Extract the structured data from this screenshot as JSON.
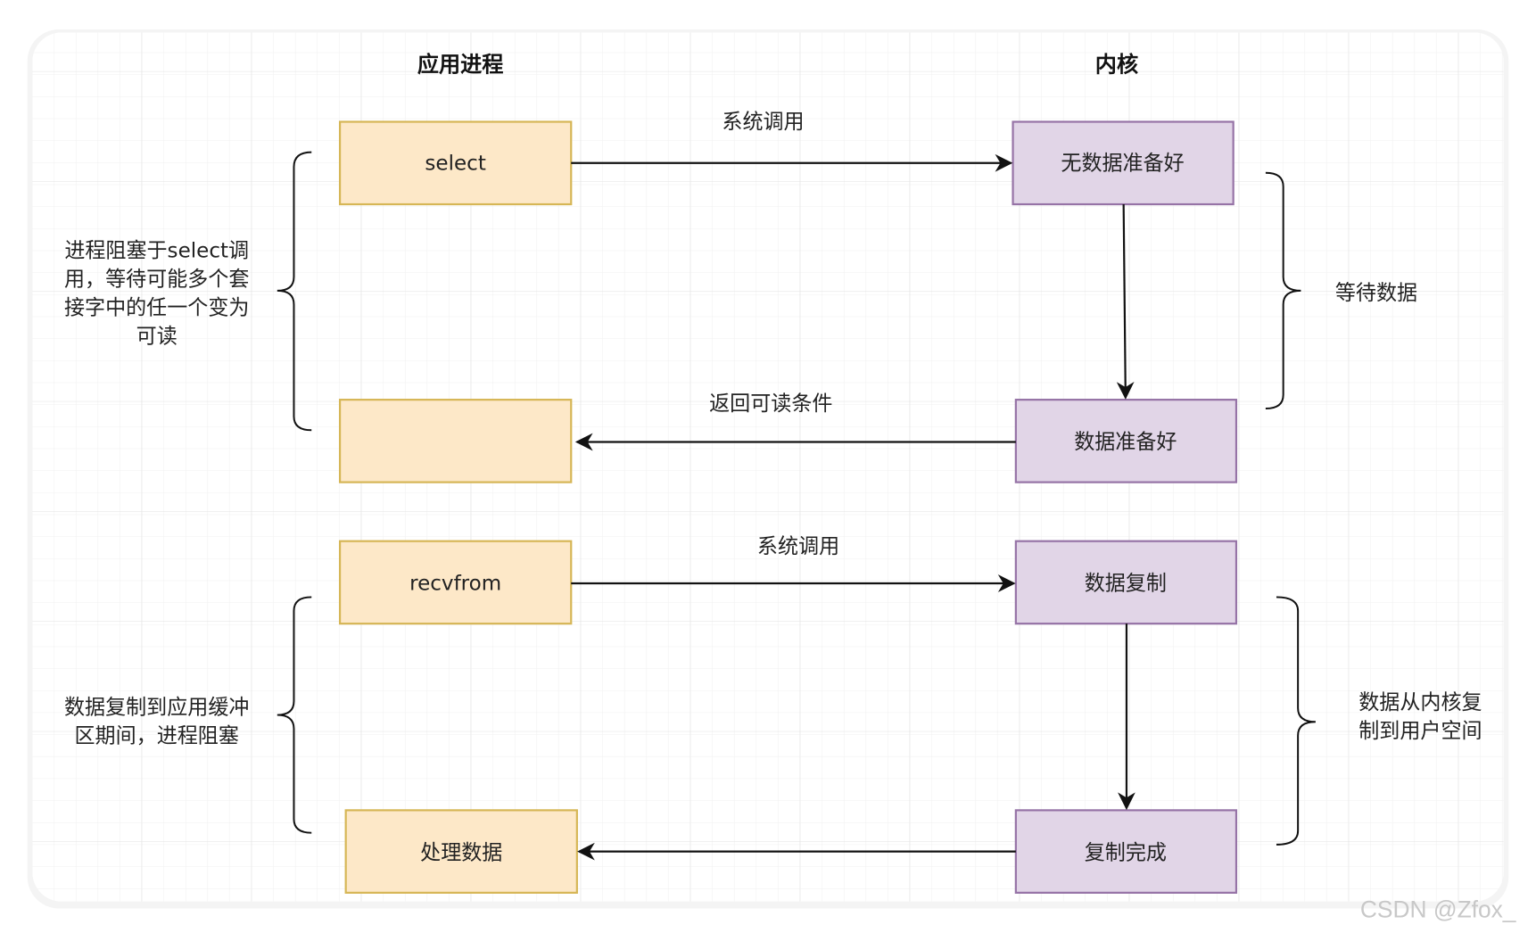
{
  "colors": {
    "process_fill": "#fde8c8",
    "process_stroke": "#d6b656",
    "kernel_fill": "#e1d5e7",
    "kernel_stroke": "#9673a6",
    "arrow": "#111111",
    "grid": "#e6e6e6"
  },
  "headers": {
    "process": "应用进程",
    "kernel": "内核"
  },
  "process_boxes": [
    "select",
    "",
    "recvfrom",
    "处理数据"
  ],
  "kernel_boxes": [
    "无数据准备好",
    "数据准备好",
    "数据复制",
    "复制完成"
  ],
  "arrow_labels": [
    "系统调用",
    "返回可读条件",
    "系统调用"
  ],
  "left_notes": {
    "select_block": [
      "进程阻塞于select调",
      "用，等待可能多个套",
      "接字中的任一个变为",
      "可读"
    ],
    "recvfrom_block": [
      "数据复制到应用缓冲",
      "区期间，进程阻塞"
    ]
  },
  "right_notes": {
    "wait": "等待数据",
    "copy": [
      "数据从内核复",
      "制到用户空间"
    ]
  },
  "watermark": "CSDN @Zfox_"
}
